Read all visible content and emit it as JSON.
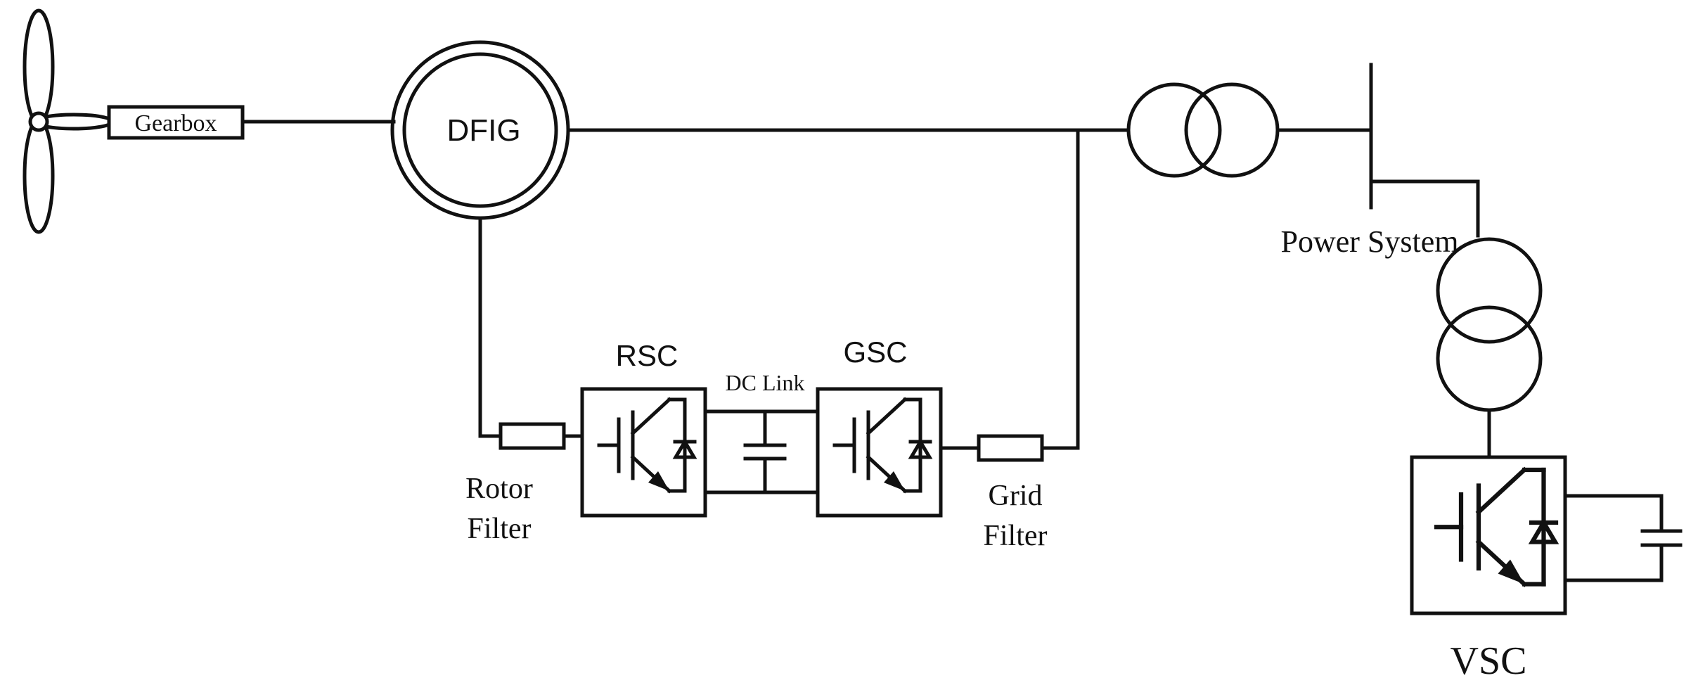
{
  "labels": {
    "gearbox": "Gearbox",
    "dfig": "DFIG",
    "rsc": "RSC",
    "gsc": "GSC",
    "dc_link": "DC Link",
    "rotor_filter_line1": "Rotor",
    "rotor_filter_line2": "Filter",
    "grid_filter_line1": "Grid",
    "grid_filter_line2": "Filter",
    "power_system": "Power System",
    "vsc": "VSC"
  },
  "colors": {
    "line": "#111111",
    "background": "#ffffff"
  }
}
